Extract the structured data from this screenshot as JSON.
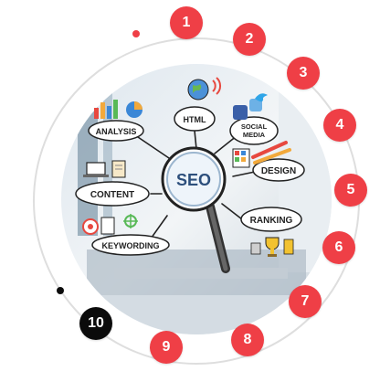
{
  "colors": {
    "accent": "#ef3f46",
    "active": "#0b0b0b",
    "ring": "#dedede"
  },
  "steps": [
    {
      "label": "1",
      "state": "inactive"
    },
    {
      "label": "2",
      "state": "inactive"
    },
    {
      "label": "3",
      "state": "inactive"
    },
    {
      "label": "4",
      "state": "inactive"
    },
    {
      "label": "5",
      "state": "inactive"
    },
    {
      "label": "6",
      "state": "inactive"
    },
    {
      "label": "7",
      "state": "inactive"
    },
    {
      "label": "8",
      "state": "inactive"
    },
    {
      "label": "9",
      "state": "inactive"
    },
    {
      "label": "10",
      "state": "active"
    }
  ],
  "illustration": {
    "center": "SEO",
    "labels": {
      "analysis": "ANALYSIS",
      "html": "HTML",
      "social": "SOCIAL",
      "media": "MEDIA",
      "design": "DESIGN",
      "content": "CONTENT",
      "ranking": "RANKING",
      "keywording": "KEYWORDING"
    }
  }
}
